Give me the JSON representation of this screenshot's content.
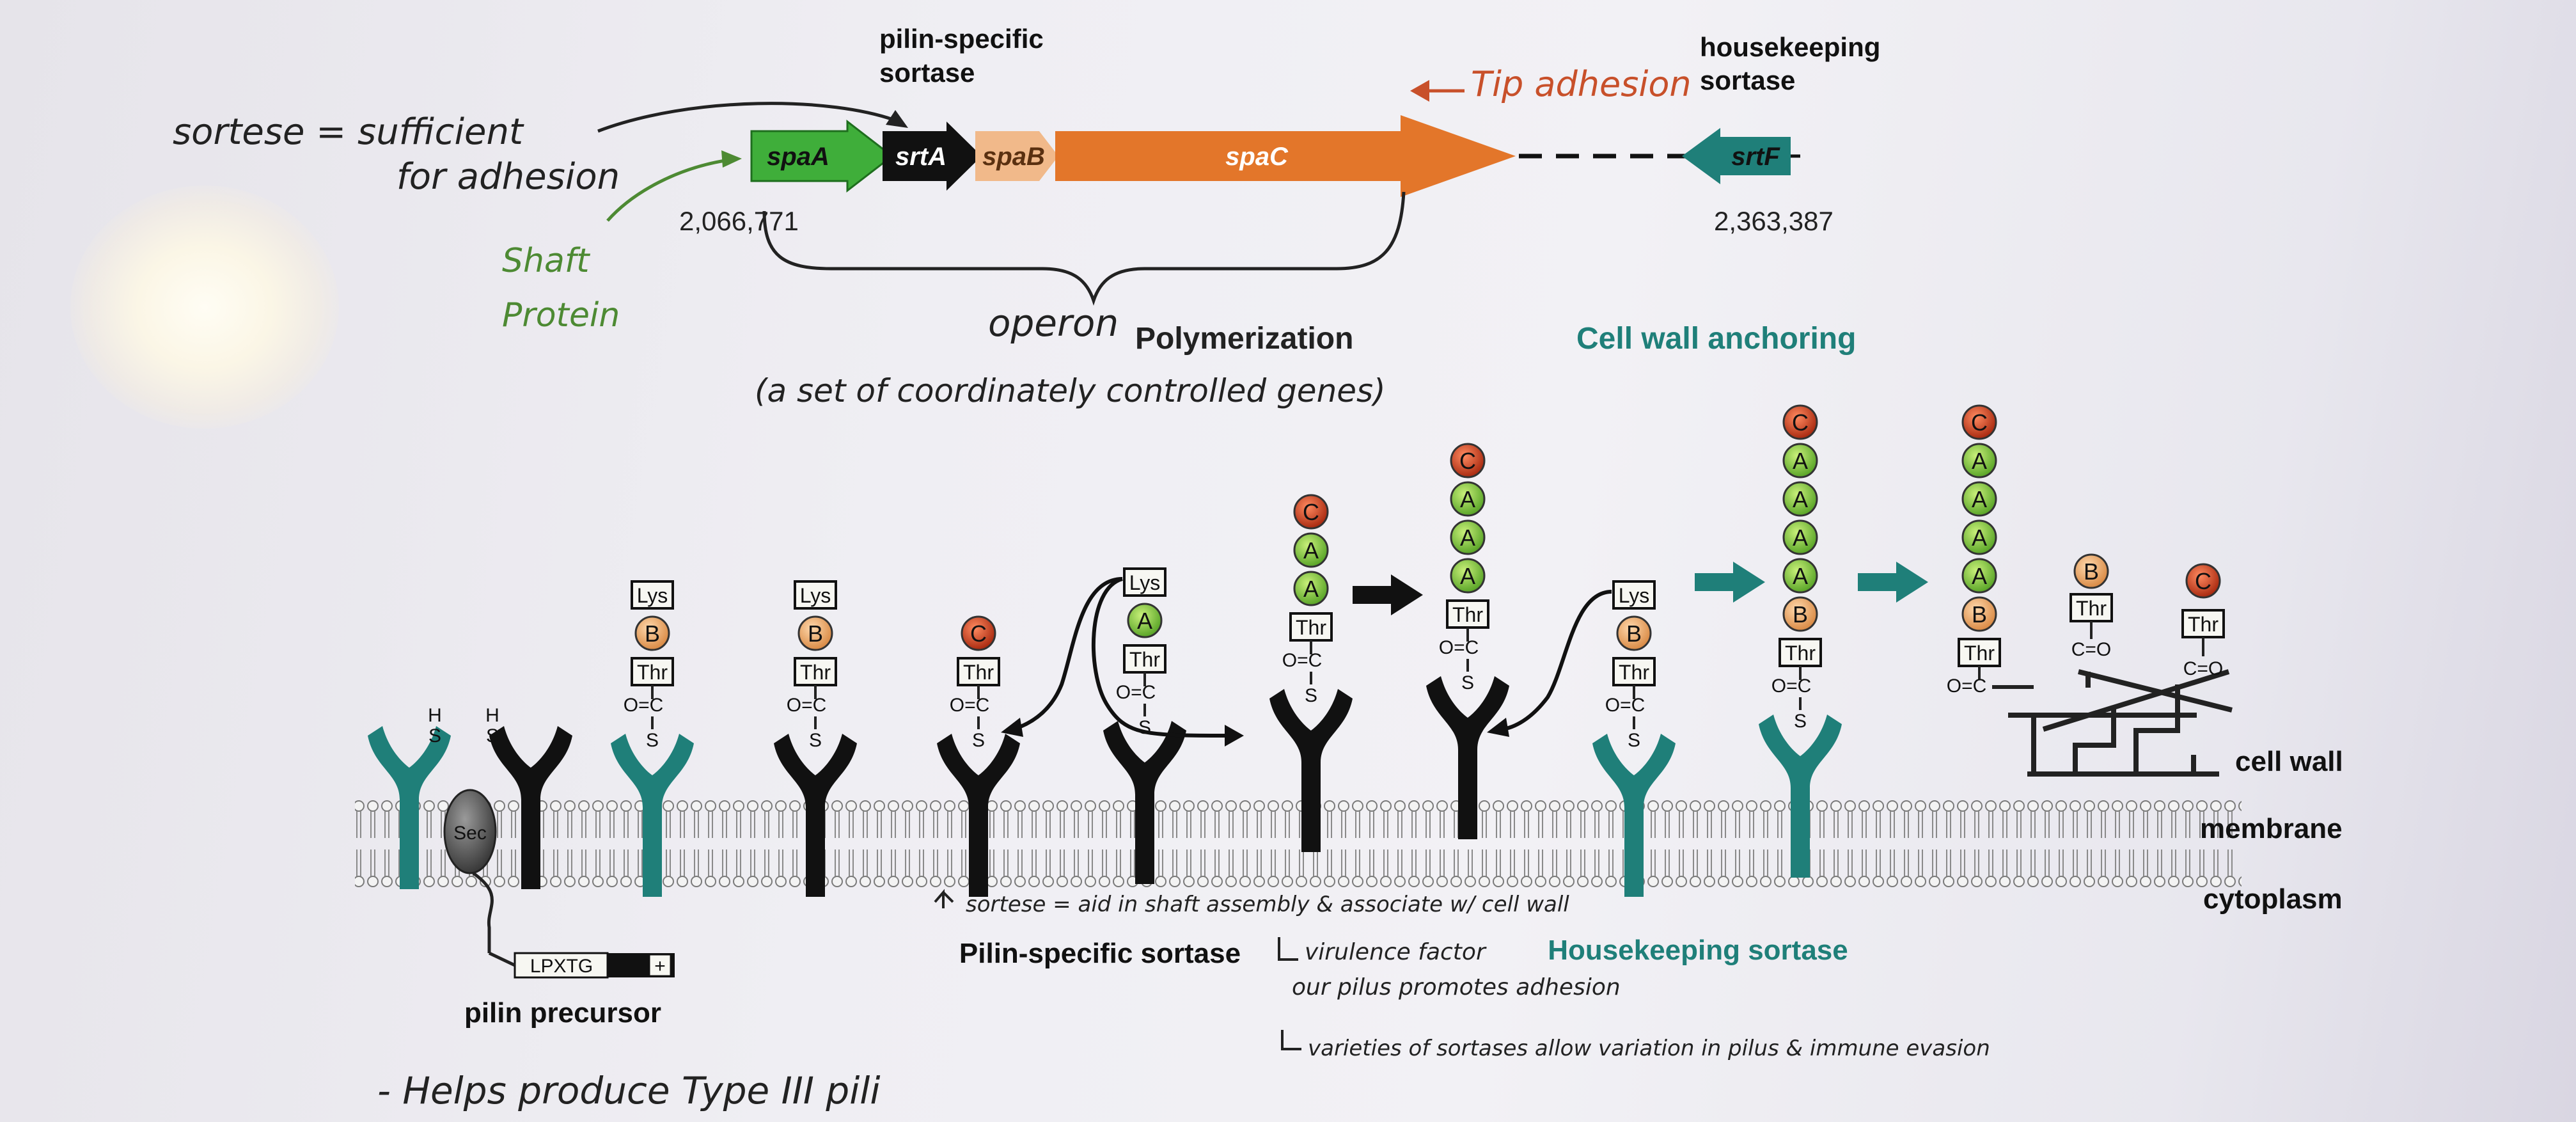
{
  "gene_map": {
    "genes": {
      "spaA": "spaA",
      "srtA": "srtA",
      "spaB": "spaB",
      "spaC": "spaC",
      "srtF": "srtF"
    },
    "start_coord": "2,066,771",
    "end_coord": "2,363,387",
    "pilin_sortase_label_1": "pilin-specific",
    "pilin_sortase_label_2": "sortase",
    "housekeeping_label_1": "housekeeping",
    "housekeeping_label_2": "sortase"
  },
  "headings": {
    "polymerization": "Polymerization",
    "anchoring": "Cell wall anchoring"
  },
  "residues": {
    "lys": "Lys",
    "thr": "Thr",
    "b": "B",
    "a": "A",
    "c": "C",
    "sec": "Sec",
    "lpxtg": "LPXTG",
    "plus": "+",
    "ocs": "O=C",
    "cdo": "C=O",
    "s": "S",
    "h": "H"
  },
  "labels": {
    "cell_wall": "cell wall",
    "membrane": "membrane",
    "cytoplasm": "cytoplasm",
    "pilin_precursor": "pilin precursor",
    "pilin_specific_sortase": "Pilin-specific sortase",
    "housekeeping_sortase": "Housekeeping sortase"
  },
  "handwriting": {
    "sortase_1": "sortese = sufficient",
    "sortase_2": "for adhesion",
    "shaft_1": "Shaft",
    "shaft_2": "Protein",
    "tip": "Tip adhesion",
    "operon": "operon",
    "operon_def": "(a set of coordinately controlled genes)",
    "note_1": "sortese = aid in shaft assembly & associate w/ cell wall",
    "note_2": "virulence factor",
    "note_3": "our pilus promotes adhesion",
    "note_4": "varieties of sortases allow variation in pilus & immune evasion",
    "note_5": "- Helps produce Type III pili"
  },
  "colors": {
    "green": "#3fae3a",
    "black": "#111111",
    "peach": "#f1b98a",
    "orange": "#e3762a",
    "teal": "#1f7f79",
    "red_ball": "#c23a1c",
    "ink_black": "#222222",
    "ink_green": "#4d8a33",
    "ink_red": "#c8502a"
  }
}
